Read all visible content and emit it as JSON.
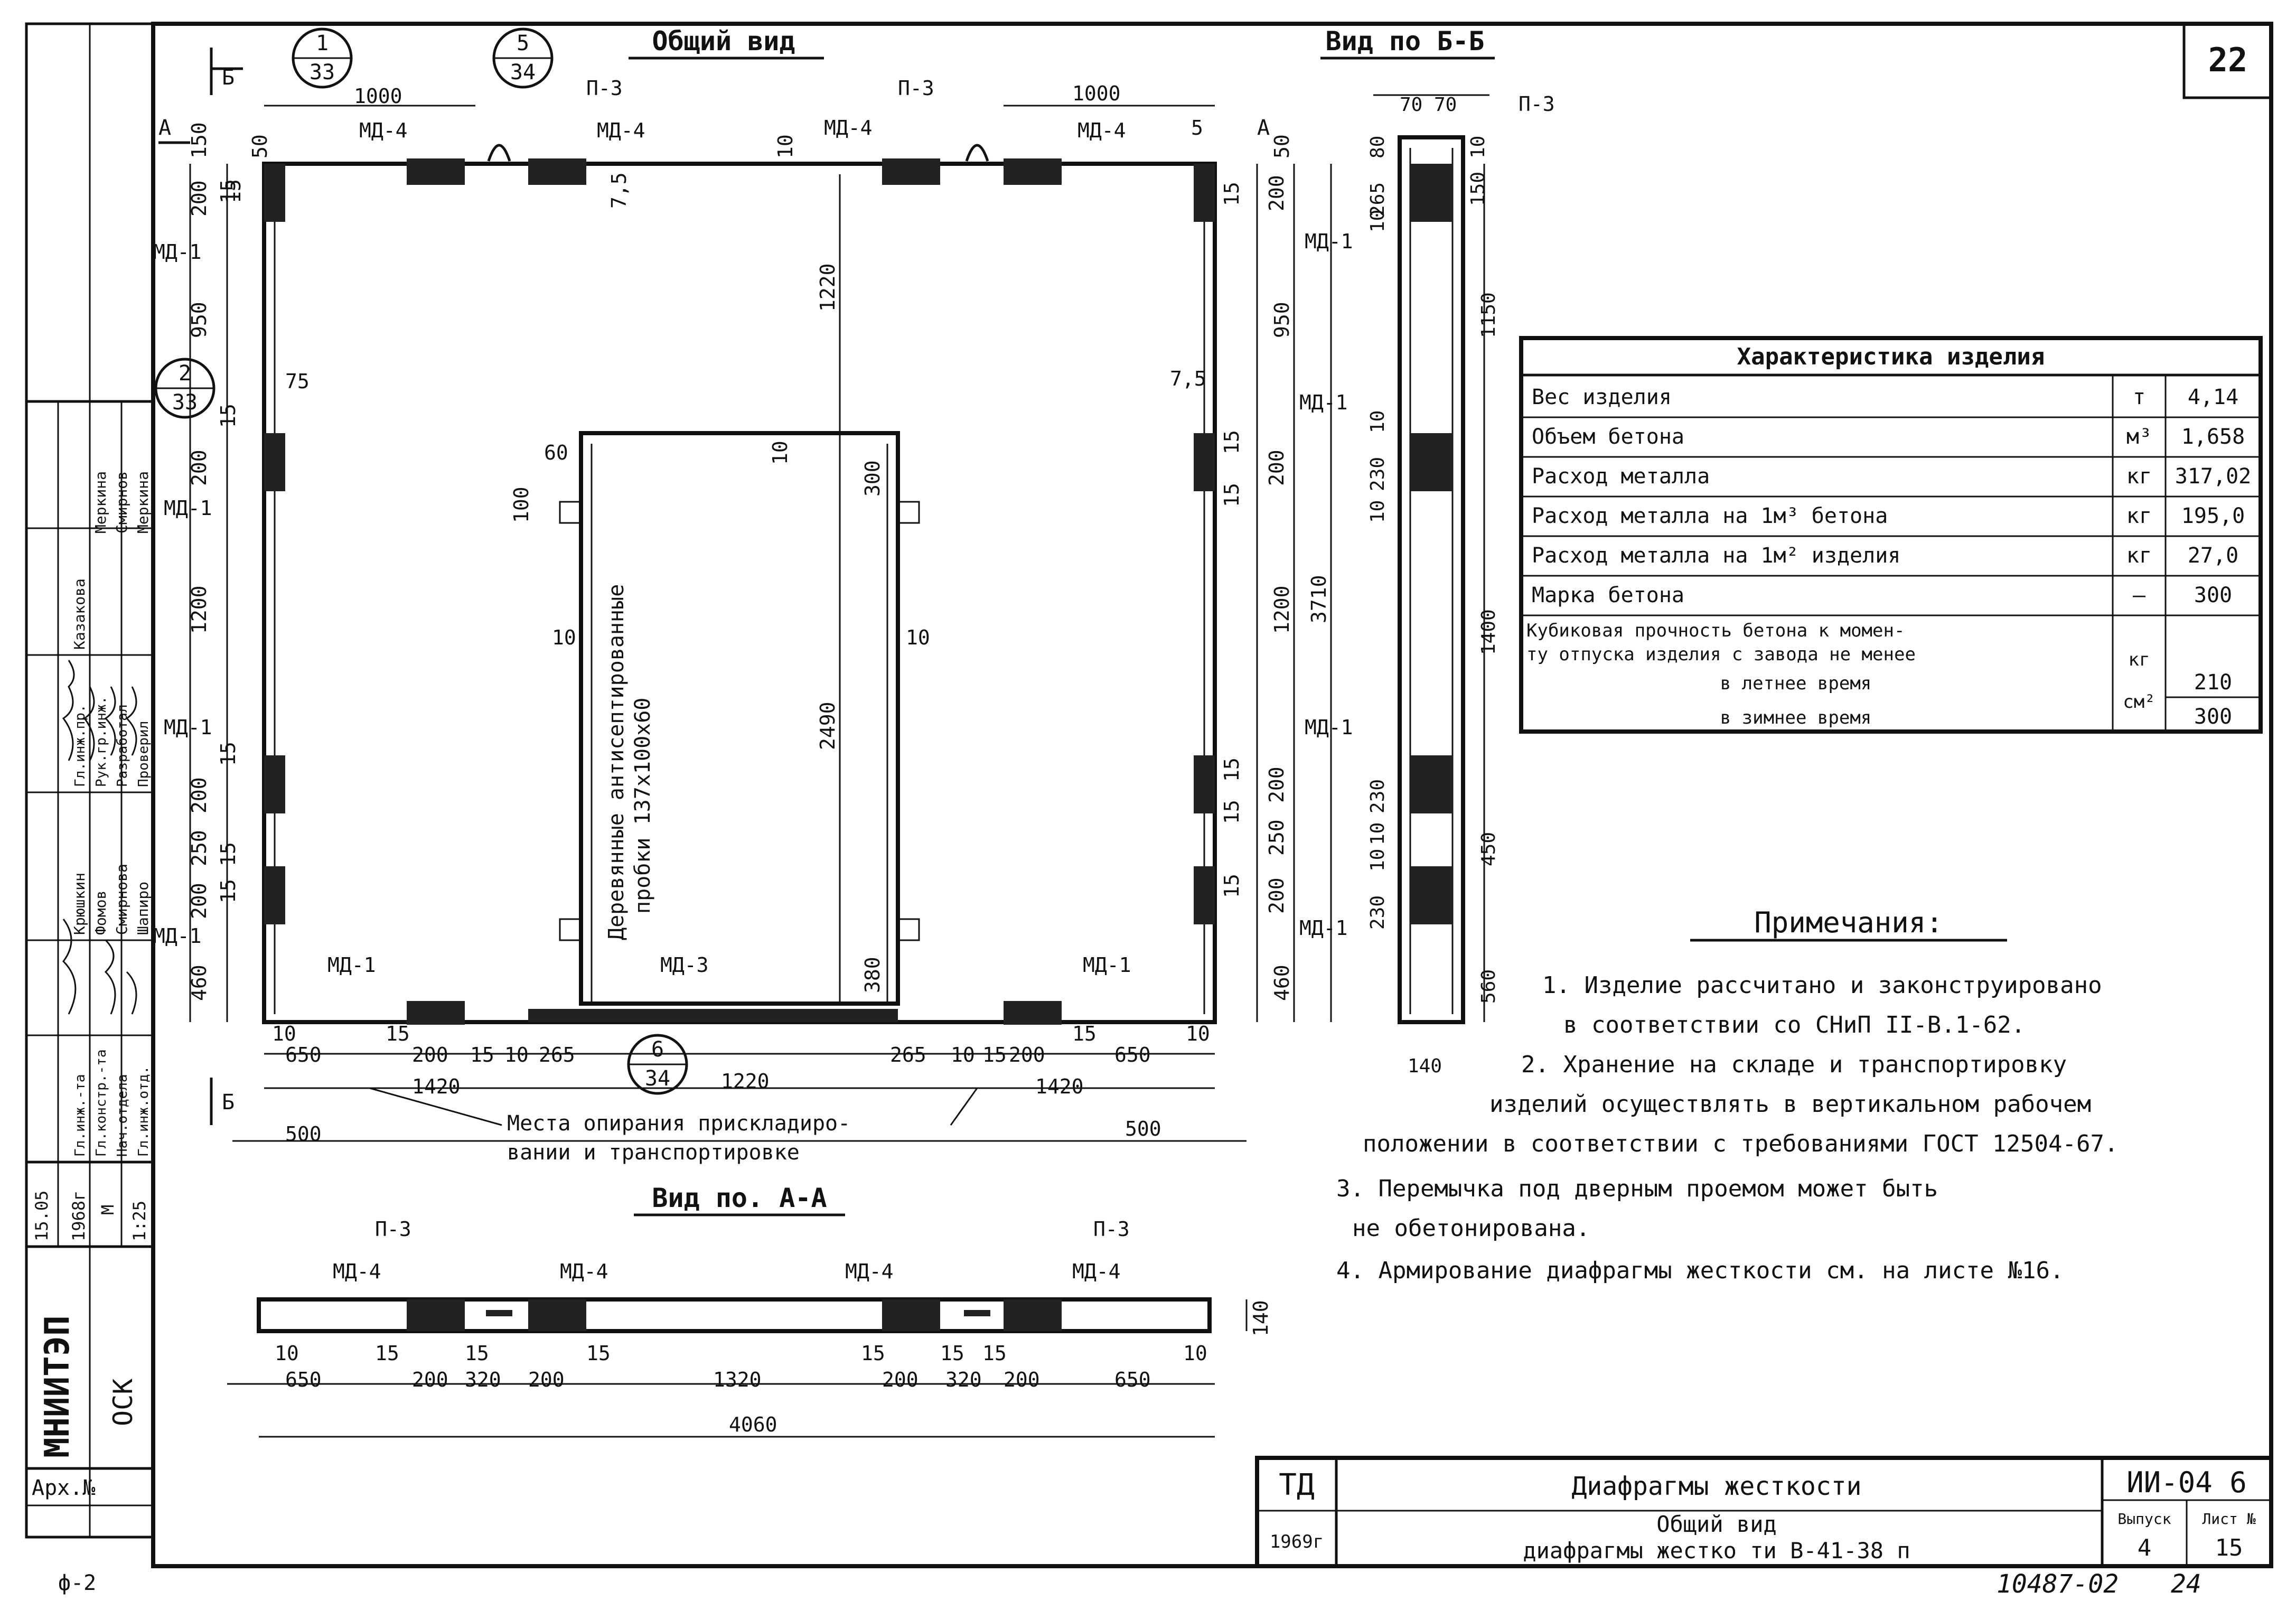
{
  "sheet_number": "22",
  "views": {
    "general": "Общий вид",
    "section_bb": "Вид по Б-Б",
    "section_aa": "Вид по. А-А"
  },
  "callouts": [
    {
      "num": "1",
      "den": "33"
    },
    {
      "num": "5",
      "den": "34"
    },
    {
      "num": "2",
      "den": "33"
    },
    {
      "num": "6",
      "den": "34"
    }
  ],
  "section_marks": {
    "a": "А",
    "b": "Б"
  },
  "parts": {
    "md1": "МД-1",
    "md3": "МД-3",
    "md4": "МД-4",
    "p3": "П-3"
  },
  "wood_plugs": [
    "Деревянные антисептированные",
    "пробки 137х100х60"
  ],
  "support_note": [
    "Места опирания прискладиро-",
    "вании и транспортировке"
  ],
  "dims_top": [
    "1000",
    "1000",
    "10",
    "5",
    "50",
    "15",
    "7,5"
  ],
  "dims_left": [
    "150",
    "200",
    "15",
    "950",
    "75",
    "15",
    "200",
    "1200",
    "15",
    "200",
    "250",
    "15",
    "200",
    "15",
    "460"
  ],
  "dims_mid": [
    "1220",
    "60",
    "100",
    "10",
    "300",
    "10",
    "10",
    "2490",
    "380"
  ],
  "dims_right": [
    "15",
    "200",
    "50",
    "950",
    "7,5",
    "15",
    "200",
    "15",
    "1200",
    "3710",
    "15",
    "200",
    "15",
    "250",
    "15",
    "200",
    "460"
  ],
  "dims_bottom": [
    "10",
    "650",
    "15",
    "200",
    "15",
    "10",
    "265",
    "1220",
    "265",
    "10",
    "15",
    "200",
    "15",
    "650",
    "10",
    "1420",
    "1420",
    "500",
    "500"
  ],
  "dims_bb": [
    "70",
    "70",
    "80",
    "10",
    "265",
    "150",
    "10",
    "1150",
    "10",
    "230",
    "10",
    "1400",
    "230",
    "10",
    "10",
    "230",
    "450",
    "560",
    "140"
  ],
  "dims_aa": [
    "10",
    "15",
    "15",
    "15",
    "15",
    "15",
    "15",
    "10",
    "650",
    "200",
    "320",
    "200",
    "1320",
    "200",
    "320",
    "200",
    "650",
    "4060",
    "140"
  ],
  "characteristics": {
    "title": "Характеристика изделия",
    "rows": [
      {
        "label": "Вес изделия",
        "unit": "т",
        "value": "4,14"
      },
      {
        "label": "Объем бетона",
        "unit": "м³",
        "value": "1,658"
      },
      {
        "label": "Расход металла",
        "unit": "кг",
        "value": "317,02"
      },
      {
        "label": "Расход металла на 1м³ бетона",
        "unit": "кг",
        "value": "195,0"
      },
      {
        "label": "Расход металла на 1м² изделия",
        "unit": "кг",
        "value": "27,0"
      },
      {
        "label": "Марка бетона",
        "unit": "—",
        "value": "300"
      }
    ],
    "strength": {
      "line1": "Кубиковая прочность бетона к момен-",
      "line2": "ту отпуска изделия с завода не менее",
      "summer": "в летнее время",
      "winter": "в зимнее время",
      "unit_top": "кг",
      "unit_bottom": "см²",
      "summer_value": "210",
      "winter_value": "300"
    }
  },
  "notes": {
    "title": "Примечания:",
    "lines": [
      "1. Изделие рассчитано и законструировано",
      "в соответствии со СНиП II-В.1-62.",
      "2. Хранение на складе и транспортировку",
      "изделий осуществлять в вертикальном рабочем",
      "положении в соответствии с требованиями ГОСТ 12504-67.",
      "3. Перемычка под дверным проемом может быть",
      "не обетонирована.",
      "4. Армирование диафрагмы жесткости см. на листе №16."
    ]
  },
  "stamp": {
    "type": "ТД",
    "year": "1969г",
    "title": "Диафрагмы жесткости",
    "subtitle1": "Общий вид",
    "subtitle2": "диафрагмы жестко ти В-41-38 п",
    "code": "ИИ-04 6",
    "issue_label": "Выпуск",
    "sheet_label": "Лист №",
    "issue": "4",
    "sheet": "15"
  },
  "side_block": {
    "org": "МНИИТЭП",
    "dept": "ОСК",
    "arch": "Арх.№",
    "date": "15.05",
    "date_year": "1968г",
    "scale_label": "М",
    "scale": "1:25",
    "roles": [
      "Гл.инж.пр.",
      "Рук.гр.инж.",
      "Разработал",
      "Проверил"
    ],
    "names": [
      "Казакова",
      "Меркина",
      "Смирнов",
      "Меркина"
    ],
    "roles2": [
      "Гл.инж.-та",
      "Гл.констр.-та",
      "Нач.отдела",
      "Гл.инж.отд."
    ],
    "names2": [
      "Крюшкин",
      "Фомов",
      "Смирнова",
      "Шапиро"
    ]
  },
  "bottom_left": "ф-2",
  "bottom_right_number": "10487-02",
  "bottom_right_page": "24"
}
